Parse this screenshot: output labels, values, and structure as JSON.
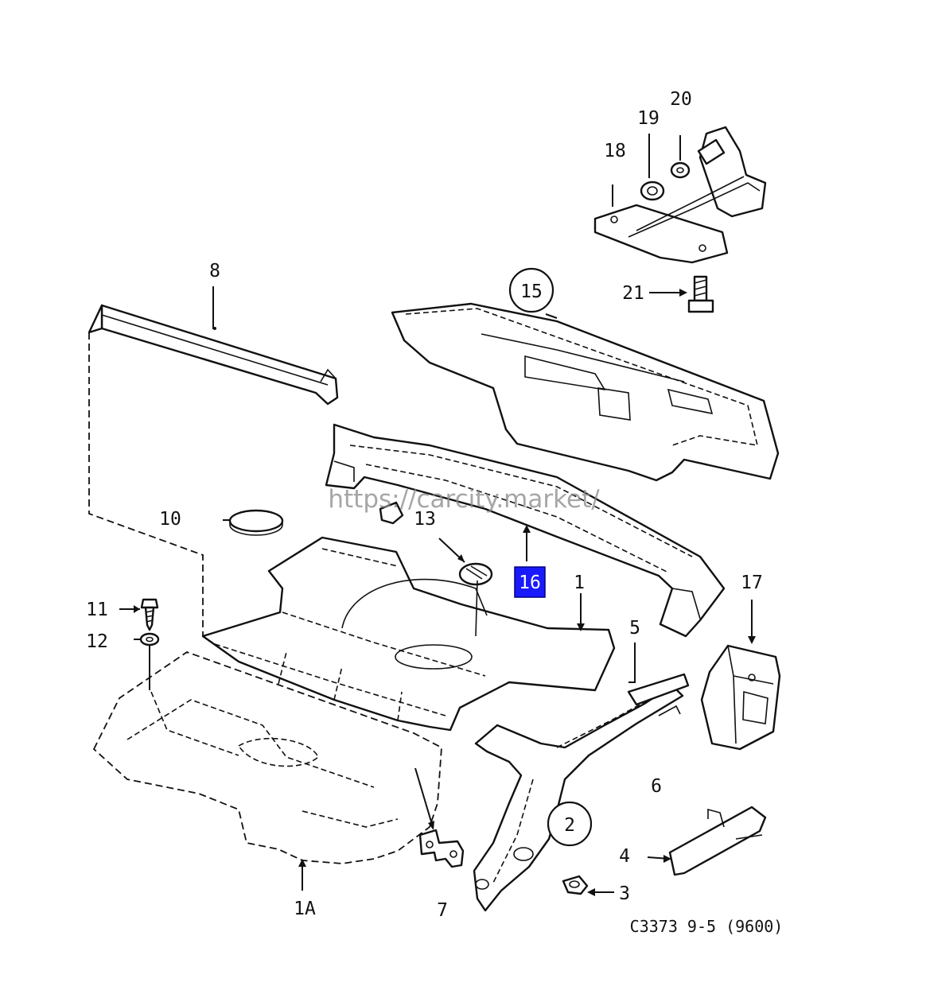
{
  "diagram": {
    "callouts": {
      "c1": "1",
      "c1a": "1A",
      "c2": "2",
      "c3": "3",
      "c4": "4",
      "c5": "5",
      "c6": "6",
      "c7": "7",
      "c8": "8",
      "c10": "10",
      "c11": "11",
      "c12": "12",
      "c13": "13",
      "c15": "15",
      "c16": "16",
      "c17": "17",
      "c18": "18",
      "c19": "19",
      "c20": "20",
      "c21": "21"
    },
    "highlight_color": "#1a1aff",
    "reference": "C3373 9-5 (9600)",
    "watermark": "https://carcity.market/"
  }
}
